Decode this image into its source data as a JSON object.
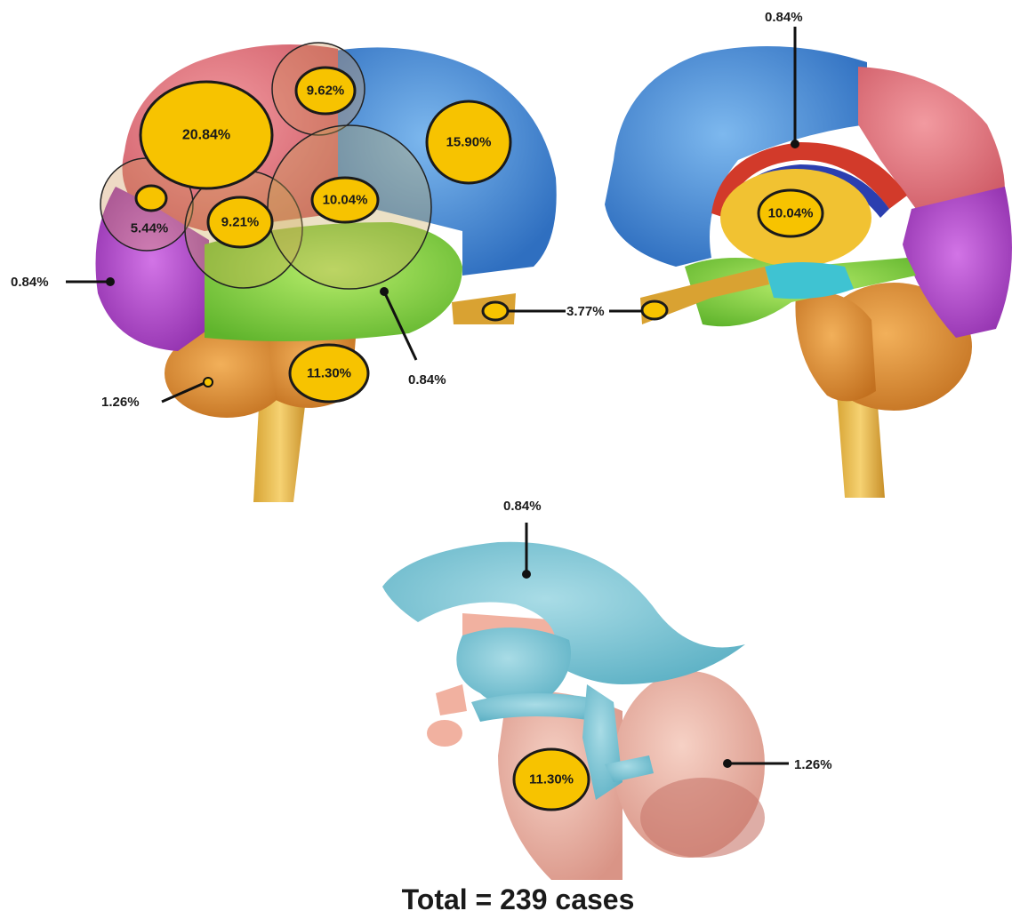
{
  "lateral": {
    "frontal": "20.84%",
    "parietal_upper": "9.62%",
    "occipital_parietal": "15.90%",
    "temporoparietal": "10.04%",
    "frontal_lower": "5.44%",
    "insular": "9.21%",
    "prefrontal_pointer": "0.84%",
    "temporal_pointer": "0.84%",
    "cerebellum_pointer": "1.26%",
    "brainstem": "11.30%"
  },
  "optic_nerve": "3.77%",
  "medial": {
    "corpus_callosum_pointer": "0.84%",
    "thalamus": "10.04%"
  },
  "ventricles": {
    "lateral_ventricle_pointer": "0.84%",
    "brainstem": "11.30%",
    "cerebellum_pointer": "1.26%"
  },
  "total": "Total = 239 cases"
}
